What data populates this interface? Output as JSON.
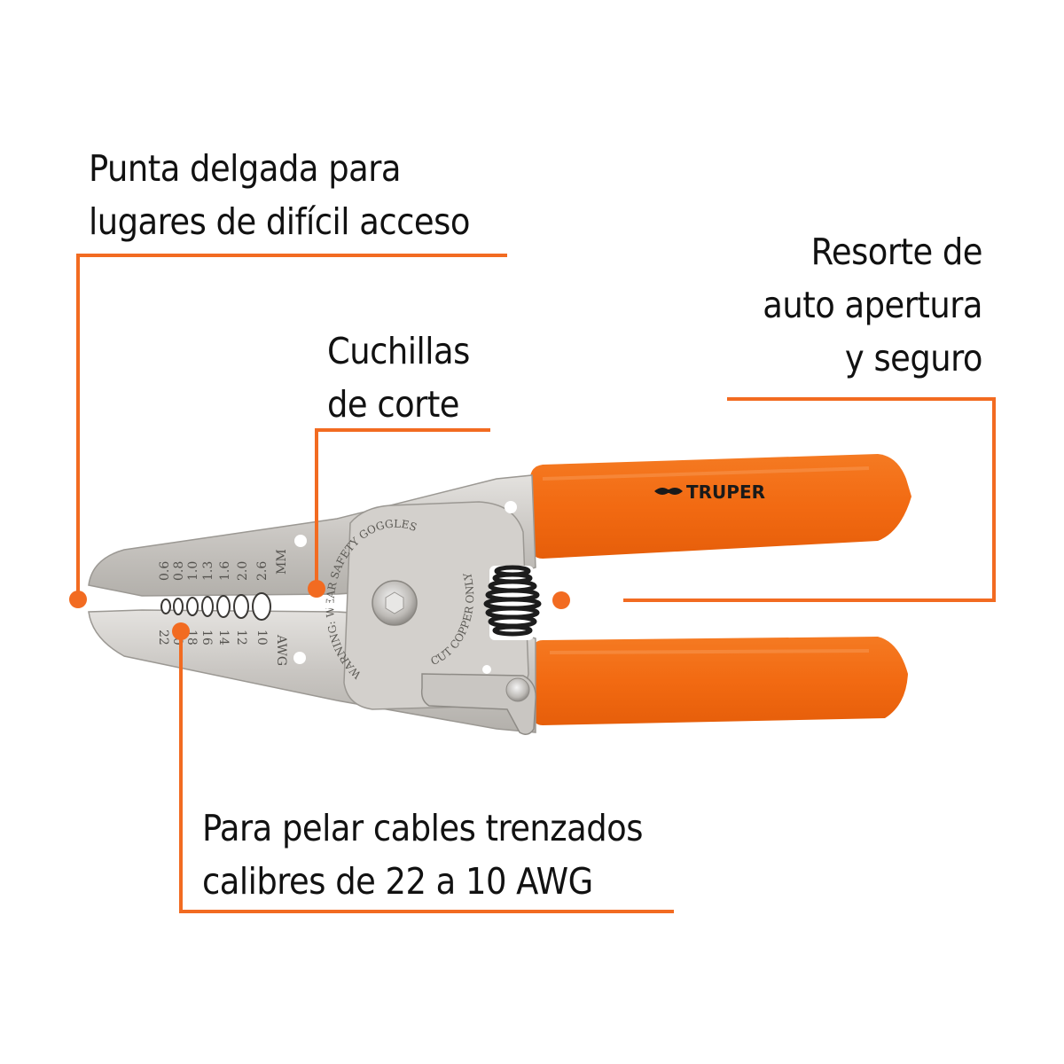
{
  "colors": {
    "accent": "#f26b21",
    "handle": "#f06a14",
    "steel": "#cfccc8",
    "text": "#111111"
  },
  "callouts": {
    "tip": {
      "lines": [
        "Punta delgada para",
        "lugares de difícil acceso"
      ]
    },
    "spring": {
      "lines": [
        "Resorte de",
        "auto apertura",
        "y seguro"
      ]
    },
    "blades": {
      "lines": [
        "Cuchillas",
        "de corte"
      ]
    },
    "stripping": {
      "lines": [
        "Para pelar cables trenzados",
        "calibres de 22 a 10 AWG"
      ]
    }
  },
  "tool": {
    "brand": "TRUPER",
    "mm_scale": [
      "0.6",
      "0.8",
      "1.0",
      "1.3",
      "1.6",
      "2.0",
      "2.6",
      "MM"
    ],
    "awg_scale": [
      "22",
      "20",
      "18",
      "16",
      "14",
      "12",
      "10",
      "AWG"
    ],
    "warning_text": "WARNING: WEAR SAFETY GOGGLES",
    "copper_text": "CUT COPPER ONLY"
  }
}
